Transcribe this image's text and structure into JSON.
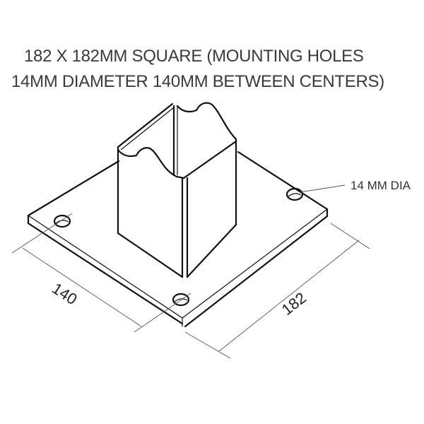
{
  "title": {
    "line1": "182 X 182MM SQUARE (MOUNTING HOLES",
    "line2": "14MM DIAMETER 140MM BETWEEN CENTERS)"
  },
  "callouts": {
    "hole_label": "14 MM DIA"
  },
  "dimensions": {
    "hole_spacing": "140",
    "plate_width": "182"
  },
  "colors": {
    "line": "#111111",
    "dimension_line": "#555555",
    "text": "#3a3a3a",
    "background": "#ffffff"
  }
}
